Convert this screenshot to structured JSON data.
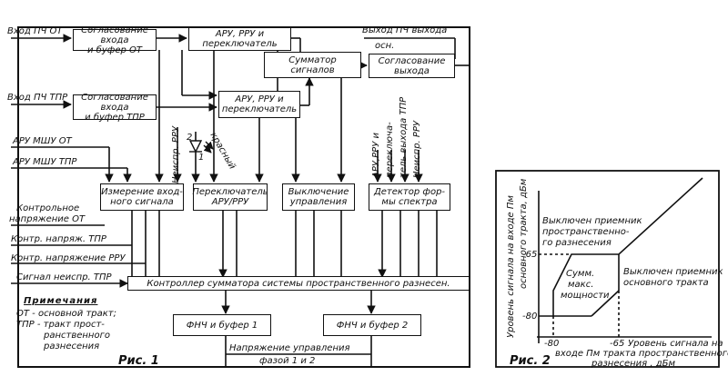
{
  "fig1": {
    "caption": "Рис. 1",
    "inputs": {
      "in_pch_ot": "Вход ПЧ ОТ",
      "in_pch_tpr": "Вход ПЧ ТПР",
      "aru_mshu_ot": "АРУ МШУ ОТ",
      "aru_mshu_tpr": "АРУ МШУ ТПР",
      "kontr_napr_ot_1": "Контрольное",
      "kontr_napr_ot_2": "напряжение ОТ",
      "kontr_napr_tpr": "Контр. напряж. ТПР",
      "kontr_napr_rru": "Контр. напряжение РРУ",
      "signal_neispr_tpr": "Сигнал неиспр. ТПР",
      "out_pch_1": "Выход ПЧ выхода",
      "out_pch_2": "осн.",
      "neispr_rru": "Неиспр. РРУ",
      "red_label": "красный",
      "rot_a1": "АРУ,РРУ и",
      "rot_a2": "переключа-",
      "rot_a3": "тель выхода ТПР",
      "rot_a4": "Неиспр. РРУ",
      "upr_1": "Напряжение управления",
      "upr_2": "фазой 1 и 2",
      "diode_num_1": "1",
      "diode_num_2": "2"
    },
    "blocks": {
      "sogl_ot_1": "Согласование входа",
      "sogl_ot_2": "и буфер ОТ",
      "sogl_tpr_1": "Согласование входа",
      "sogl_tpr_2": "и буфер ТПР",
      "aru1_1": "АРУ, РРУ и",
      "aru1_2": "переключатель",
      "aru2_1": "АРУ, РРУ и",
      "aru2_2": "переключатель",
      "summ_1": "Сумматор",
      "summ_2": "сигналов",
      "sogl_out_1": "Согласование",
      "sogl_out_2": "выхода",
      "izm_1": "Измерение вход-",
      "izm_2": "ного сигнала",
      "perekl_1": "Переключатель",
      "perekl_2": "АРУ/РРУ",
      "vykl_1": "Выключение",
      "vykl_2": "управления",
      "detect_1": "Детектор фор-",
      "detect_2": "мы спектра",
      "controller": "Контроллер сумматора системы пространственного разнесен.",
      "fnch1": "ФНЧ и буфер 1",
      "fnch2": "ФНЧ и буфер 2"
    },
    "notes": {
      "title": "Примечания",
      "n1": "ОТ - основной тракт;",
      "n2": "ТПР - тракт прост-",
      "n3": "ранственного",
      "n4": "разнесения"
    }
  },
  "fig2": {
    "caption": "Рис. 2",
    "ylabel_1": "Уровень сигнала на входе Пм",
    "ylabel_2": "основного тракта, дБм",
    "xlabel_1": "Уровень сигнала на",
    "xlabel_2": "входе Пм тракта пространственного",
    "xlabel_3": "разнесения , дБм",
    "region_off_tpr_1": "Выключен приемник",
    "region_off_tpr_2": "пространственно-",
    "region_off_tpr_3": "го разнесения",
    "region_off_ot_1": "Выключен приемник",
    "region_off_ot_2": "основного тракта",
    "region_sum_1": "Сумм.",
    "region_sum_2": "макс.",
    "region_sum_3": "мощности",
    "x_ticks": [
      "-80",
      "-65"
    ],
    "y_ticks": [
      "-65",
      "-80"
    ]
  }
}
